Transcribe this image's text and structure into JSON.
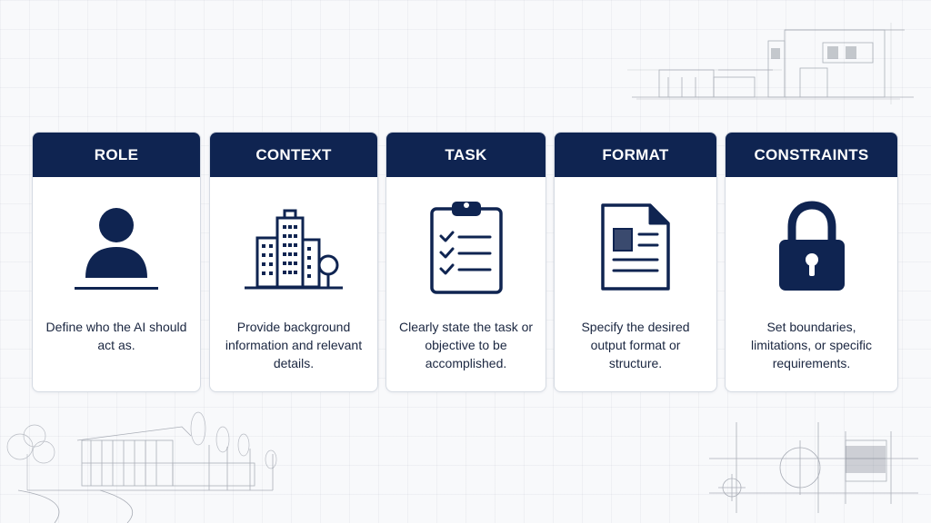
{
  "colors": {
    "header_bg": "#0f2451",
    "icon": "#0f2451",
    "card_bg": "#ffffff",
    "page_bg": "#f8f9fb"
  },
  "cards": [
    {
      "title": "ROLE",
      "icon": "person-icon",
      "description": "Define who the AI should act as."
    },
    {
      "title": "CONTEXT",
      "icon": "buildings-icon",
      "description": "Provide background information and relevant details."
    },
    {
      "title": "TASK",
      "icon": "clipboard-checklist-icon",
      "description": "Clearly state the task or objective to be accomplished."
    },
    {
      "title": "FORMAT",
      "icon": "document-icon",
      "description": "Specify the desired output format or structure."
    },
    {
      "title": "CONSTRAINTS",
      "icon": "padlock-icon",
      "description": "Set boundaries, limitations, or specific requirements."
    }
  ]
}
